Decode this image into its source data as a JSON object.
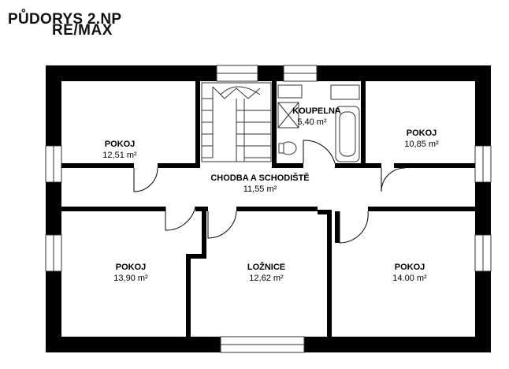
{
  "header": {
    "title": "PŮDORYS 2.NP",
    "brand": "RE/MAX"
  },
  "rooms": [
    {
      "id": "pokoj-nw",
      "name": "POKOJ",
      "area": "12,51 m²"
    },
    {
      "id": "koupelna",
      "name": "KOUPELNA",
      "area": "5,40 m²"
    },
    {
      "id": "pokoj-ne",
      "name": "POKOJ",
      "area": "10,85 m²"
    },
    {
      "id": "chodba",
      "name": "CHODBA A SCHODIŠTĚ",
      "area": "11,55 m²"
    },
    {
      "id": "pokoj-sw",
      "name": "POKOJ",
      "area": "13,90 m²"
    },
    {
      "id": "loznice",
      "name": "LOŽNICE",
      "area": "12,62 m²"
    },
    {
      "id": "pokoj-se",
      "name": "POKOJ",
      "area": "14.00 m²"
    }
  ],
  "colors": {
    "wall": "#000000",
    "background": "#ffffff",
    "fixture_line": "#333333"
  }
}
